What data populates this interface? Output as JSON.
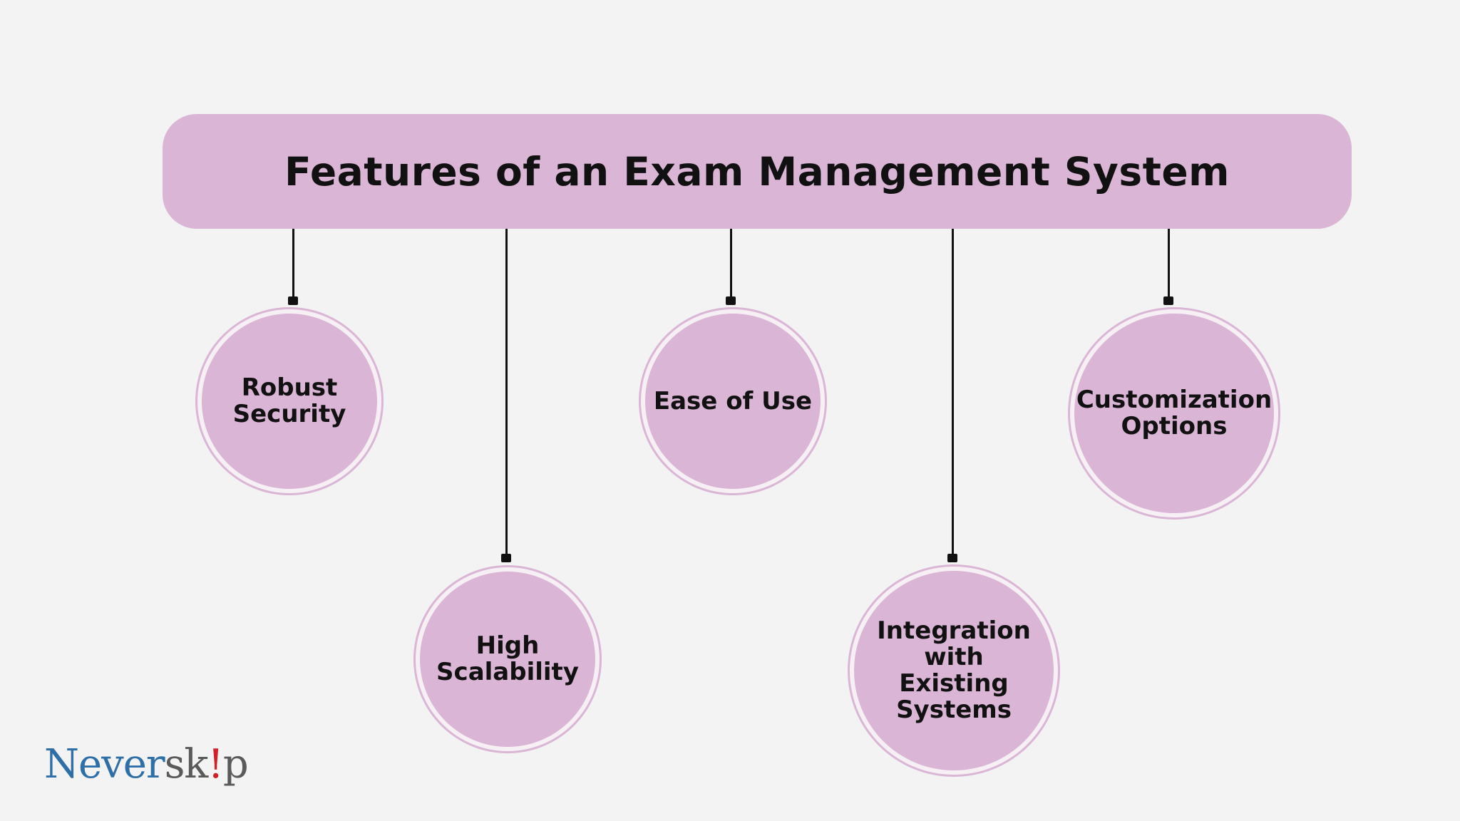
{
  "title": "Features of an Exam Management System",
  "colors": {
    "background": "#f3f3f3",
    "accent": "#dab5d5",
    "line": "#111111"
  },
  "features": [
    {
      "label_lines": [
        "Robust",
        "Security"
      ]
    },
    {
      "label_lines": [
        "High",
        "Scalability"
      ]
    },
    {
      "label_lines": [
        "Ease of Use"
      ]
    },
    {
      "label_lines": [
        "Integration",
        "with",
        "Existing",
        "Systems"
      ]
    },
    {
      "label_lines": [
        "Customization",
        "Options"
      ]
    }
  ],
  "logo": {
    "part1": "Never",
    "part2": "sk",
    "part3": "!",
    "part4": "p"
  }
}
